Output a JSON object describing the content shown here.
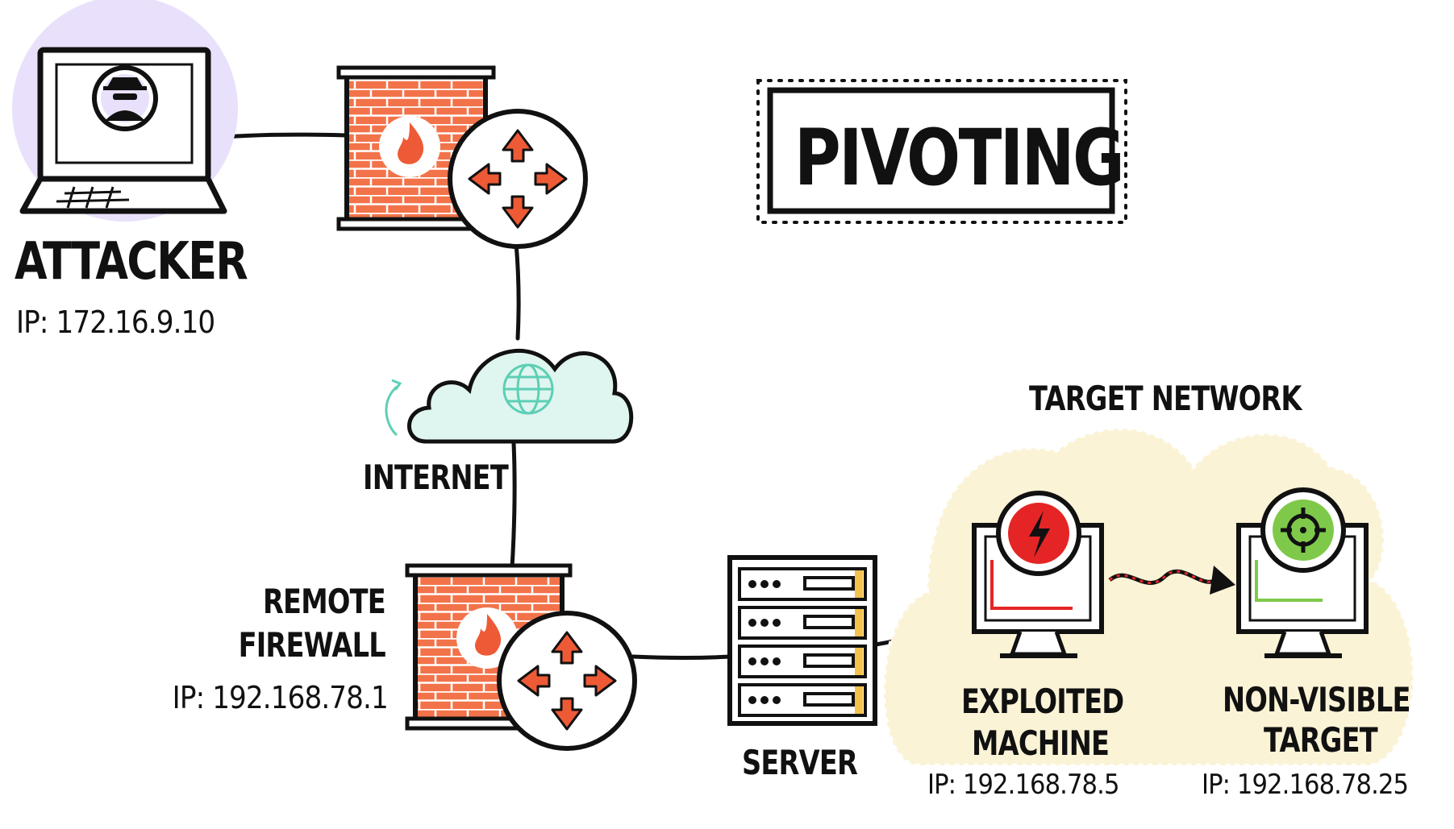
{
  "title": "PIVOTING",
  "colors": {
    "accent_red": "#ee5a36",
    "brick": "#f2734a",
    "purple": "#e9e1fb",
    "cloud": "#dff5ef",
    "target_zone": "#fbf3d6",
    "exploit_red": "#e52525",
    "target_green": "#7fc94a"
  },
  "nodes": {
    "attacker": {
      "name": "ATTACKER",
      "ip": "IP: 172.16.9.10",
      "icon": "spy-icon"
    },
    "internet": {
      "name": "INTERNET",
      "icon": "globe-icon"
    },
    "remote_firewall": {
      "name_line1": "REMOTE",
      "name_line2": "FIREWALL",
      "ip": "IP: 192.168.78.1",
      "icon": "firewall-router-icon"
    },
    "server": {
      "name": "SERVER",
      "icon": "server-rack-icon"
    },
    "exploited": {
      "name_line1": "EXPLOITED",
      "name_line2": "MACHINE",
      "ip": "IP: 192.168.78.5",
      "icon": "lightning-icon"
    },
    "target": {
      "name_line1": "NON-VISIBLE",
      "name_line2": "TARGET",
      "ip": "IP: 192.168.78.25",
      "icon": "crosshair-icon"
    }
  },
  "target_network_label": "TARGET NETWORK"
}
